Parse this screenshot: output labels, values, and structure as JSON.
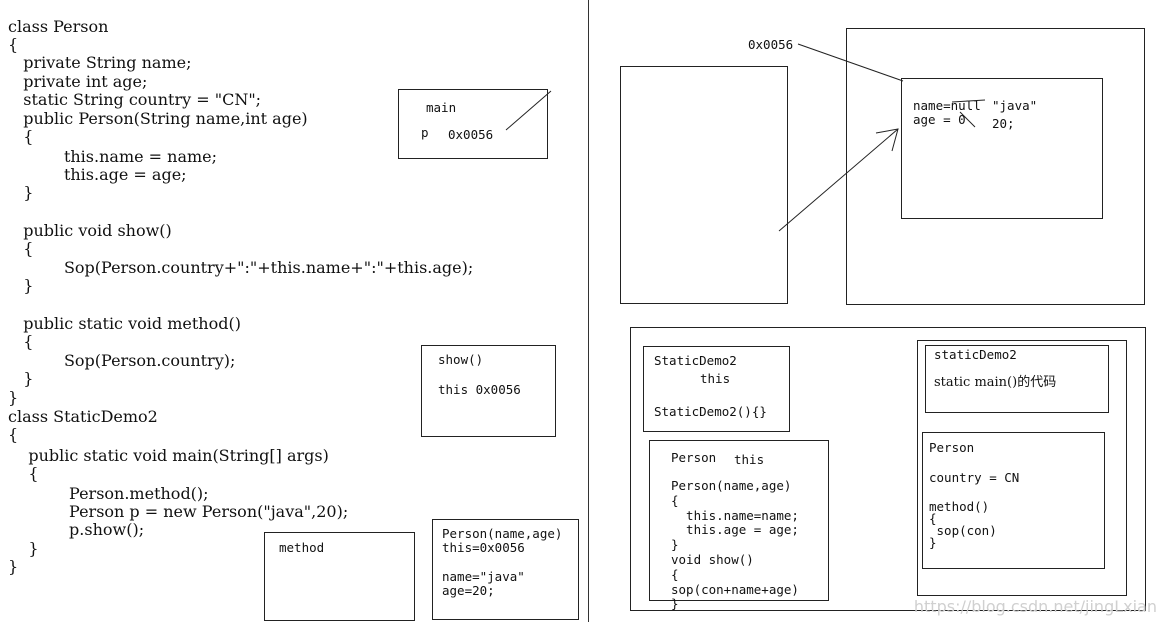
{
  "code_lines": [
    "class Person",
    "{",
    "   private String name;",
    "   private int age;",
    "   static String country = \"CN\";",
    "   public Person(String name,int age)",
    "   {",
    "           this.name = name;",
    "           this.age = age;",
    "   }",
    "",
    "   public void show()",
    "   {",
    "           Sop(Person.country+\":\"+this.name+\":\"+this.age);",
    "   }",
    "",
    "   public static void method()",
    "   {",
    "           Sop(Person.country);",
    "   }",
    "}",
    "class StaticDemo2",
    "{",
    "    public static void main(String[] args)",
    "    {",
    "            Person.method();",
    "            Person p = new Person(\"java\",20);",
    "            p.show();",
    "    }",
    "}"
  ],
  "stack_frames": {
    "main": {
      "title": "main",
      "var_name": "p",
      "var_value": "0x0056"
    },
    "show": {
      "title": "show()",
      "line": "this 0x0056"
    },
    "method": {
      "title": "method"
    },
    "constructor": {
      "title": "Person(name,age)",
      "this_line": "this=0x0056",
      "name_line": "name=\"java\"",
      "age_line": "age=20;"
    }
  },
  "heap": {
    "address_label": "0x0056",
    "name_field": "name=null",
    "name_new": "\"java\"",
    "age_field": "age = 0",
    "age_new": "20;"
  },
  "method_area": {
    "staticdemo2_class": {
      "title": "StaticDemo2",
      "this_label": "this",
      "ctor": "StaticDemo2(){}"
    },
    "person_class": {
      "title": "Person",
      "this_label": "this",
      "lines": [
        "Person(name,age)",
        "{",
        "  this.name=name;",
        "  this.age = age;",
        "}",
        "void show()",
        "{",
        "sop(con+name+age)",
        "}"
      ]
    },
    "staticdemo2_static": {
      "title": "staticDemo2",
      "line": "static main()的代码"
    },
    "person_static": {
      "title": "Person",
      "country": "country = CN",
      "lines": [
        "method()",
        "{",
        " sop(con)",
        "}"
      ]
    }
  },
  "watermark": "https://blog.csdn.net/jingLxian"
}
